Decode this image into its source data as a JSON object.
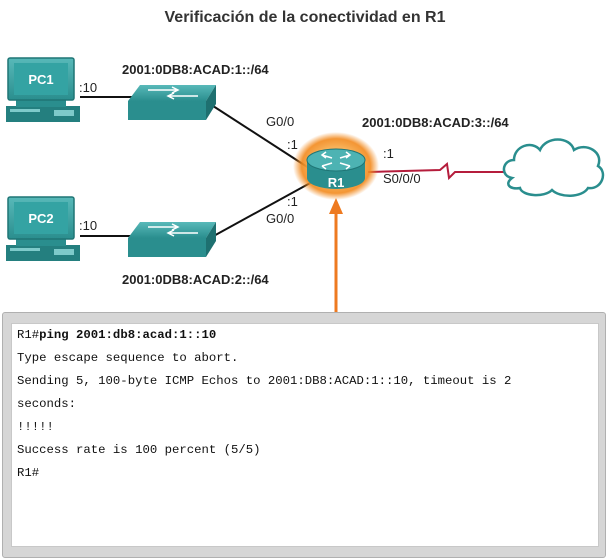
{
  "title": "Verificación de la conectividad en R1",
  "colors": {
    "device_teal": "#2a8e8e",
    "router_glow": "#f28a1e",
    "arrow": "#ee7a20",
    "serial_link": "#b51d3c",
    "link": "#111111"
  },
  "devices": {
    "pc1": {
      "label": "PC1",
      "icon": "pc-icon"
    },
    "pc2": {
      "label": "PC2",
      "icon": "pc-icon"
    },
    "switch1": {
      "icon": "switch-icon"
    },
    "switch2": {
      "icon": "switch-icon"
    },
    "r1": {
      "label": "R1",
      "icon": "router-icon"
    },
    "cloud": {
      "icon": "cloud-icon"
    }
  },
  "networks": {
    "lan1": "2001:0DB8:ACAD:1::/64",
    "lan2": "2001:0DB8:ACAD:2::/64",
    "wan": "2001:0DB8:ACAD:3::/64"
  },
  "interfaces": {
    "pc1_host": ":10",
    "pc2_host": ":10",
    "r1_g00_upper_name": "G0/0",
    "r1_g00_upper_host": ":1",
    "r1_g00_lower_host": ":1",
    "r1_g00_lower_name": "G0/0",
    "r1_serial_host": ":1",
    "r1_serial_name": "S0/0/0"
  },
  "console": {
    "prompt": "R1#",
    "command": "ping 2001:db8:acad:1::10",
    "lines": [
      "Type escape sequence to abort.",
      "Sending 5, 100-byte ICMP Echos to 2001:DB8:ACAD:1::10, timeout is 2",
      "seconds:",
      "!!!!!",
      "Success rate is 100 percent (5/5)",
      "R1#"
    ]
  }
}
